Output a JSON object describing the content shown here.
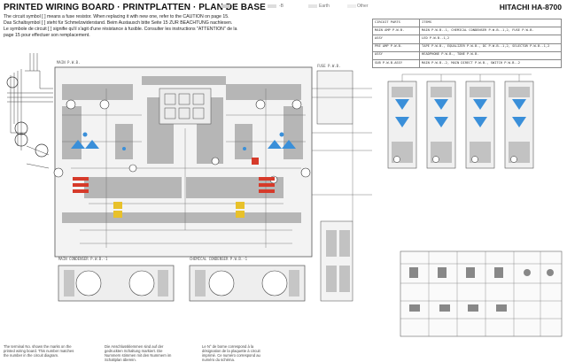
{
  "header": {
    "title": "PRINTED WIRING BOARD · PRINTPLATTEN · PLAN DE BASE",
    "brand": "HITACHI HA-8700",
    "legend": [
      "-B",
      "-B",
      "Earth",
      "Other"
    ]
  },
  "notes": [
    "The circuit symbol [  ] means a fuse resistor. When replacing it with new one, refer to the CAUTION on page 15.",
    "Das Schaltsymbol [  ] steht für Schmelzwiderstand.    Beim Austausch bitte Seite 15 ZUR BEACHTUNG nachlesen.",
    "Le symbole de circuit [  ] signifie qu'il s'agit d'une résistance à fusible. Consulter les instructions \"ATTENTION\" de la",
    "page 15 pour effectuer son remplacement."
  ],
  "parts_table": {
    "headers": [
      "CIRCUIT PARTS",
      "ITEMS"
    ],
    "rows": [
      [
        "MAIN AMP P.W.B.",
        "MAIN P.W.B.-1, CHEMICAL CONDENSER P.W.B.-1,2, FUSE P.W.B."
      ],
      [
        "ASSY",
        "LED P.W.B.-1,2"
      ],
      [
        "PRE AMP P.W.B.",
        "TAPE P.W.B., EQUALIZER P.W.B., DC P.W.B.-1,2, SELECTOR P.W.B.-1,2"
      ],
      [
        "ASSY",
        "HEADPHONE P.W.B., TONE P.W.B."
      ],
      [
        "SUB P.W.B.ASSY",
        "MAIN P.W.B.-2, MAIN DIRECT P.W.B., SWITCH P.W.B.-2"
      ]
    ]
  },
  "board_labels": {
    "left_bottom": "MAIN CONDENSER P.W.B.-1",
    "right_bottom": "CHEMICAL CONDENSER P.W.B.-1",
    "left_top": "MAIN P.W.B.",
    "right_top": "FUSE P.W.B."
  },
  "footnotes": [
    "The terminal No. shown the marks on the printed wiring board. This number matches the number in the circuit diagram.",
    "Die Anschlussklemmen sind auf der gedruckten Schaltung markiert. Die Nummern stimmen mit den Nummern im Schaltplan überein.",
    "Le N° de borne correspond à la désignation de la plaquette à circuit imprimé. Ce numéro correspond au numéro du schéma."
  ],
  "colors": {
    "gray_pattern": "#b6b6b6",
    "blue_parts": "#3a8fd9",
    "red_parts": "#d63a2a",
    "yellow_parts": "#e8c12a"
  }
}
